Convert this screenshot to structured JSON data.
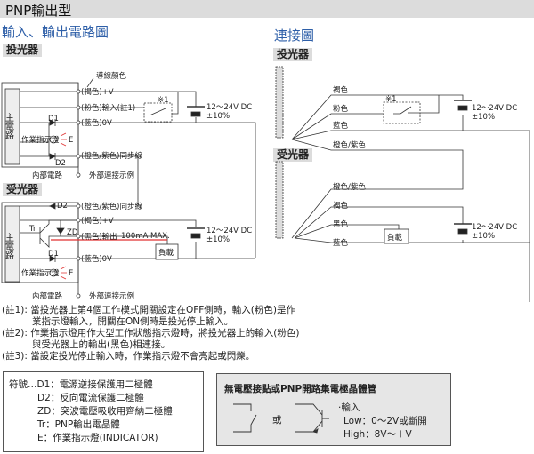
{
  "header": {
    "title": "PNP輸出型"
  },
  "left_title": "輸入、輸出電路圖",
  "right_title": "連接圖",
  "emitter": {
    "label": "投光器",
    "main_circuit": "主電路",
    "wire_color_label": "導線顏色",
    "terms": [
      "(褐色)+V",
      "(粉色)輸入(註1)",
      "(藍色)0V",
      "(橙色/紫色)同步線"
    ],
    "d1": "D1",
    "d2": "D2",
    "e": "E",
    "indicator": "作業指示燈",
    "note_mark": "※1",
    "supply": "12～24V DC",
    "tolerance": "±10%",
    "internal": "內部電路",
    "external": "外部連接示例"
  },
  "receiver": {
    "label": "受光器",
    "main_circuit": "主電路",
    "terms": [
      "(橙色/紫色)同步線",
      "(褐色)+V",
      "(黑色)輸出",
      "(藍色)0V"
    ],
    "max": "100mA MAX.",
    "tr": "Tr",
    "zd": "ZD",
    "d1": "D1",
    "d2": "D2",
    "e": "E",
    "indicator": "作業指示燈",
    "load": "負載",
    "supply": "12～24V DC",
    "tolerance": "±10%",
    "internal": "內部電路",
    "external": "外部連接示例"
  },
  "connection": {
    "emitter_label": "投光器",
    "receiver_label": "受光器",
    "emitter_wires": [
      "褐色",
      "粉色",
      "藍色",
      "橙色/紫色"
    ],
    "receiver_wires": [
      "橙色/紫色",
      "褐色",
      "黑色",
      "藍色"
    ],
    "note_mark": "※1",
    "load": "負載",
    "supply": "12～24V DC",
    "tolerance": "±10%"
  },
  "notes": [
    {
      "tag": "(註1):",
      "lines": [
        "當投光器上第4個工作模式開關設定在OFF側時，輸入(粉色)是作",
        "業指示燈輸入，開關在ON側時是投光停止輸入。"
      ]
    },
    {
      "tag": "(註2):",
      "lines": [
        "作業指示燈用作大型工作狀態指示燈時，將投光器上的輸入(粉色)",
        "與受光器上的輸出(黑色)相連接。"
      ]
    },
    {
      "tag": "(註3):",
      "lines": [
        "當設定投光停止輸入時，作業指示燈不會亮起或閃爍。"
      ]
    }
  ],
  "symbols": {
    "prefix": "符號…",
    "items": [
      {
        "k": "D1",
        "v": "：電源逆接保護用二極體"
      },
      {
        "k": "D2",
        "v": "：反向電流保護二極體"
      },
      {
        "k": "ZD",
        "v": "：突波電壓吸收用齊納二極體"
      },
      {
        "k": "Tr",
        "v": "：PNP輸出電晶體"
      },
      {
        "k": "E",
        "v": "：作業指示燈(INDICATOR)"
      }
    ]
  },
  "input_box": {
    "title": "無電壓接點或PNP開路集電極晶體管",
    "or": "或",
    "input": "·輸入",
    "low": "Low：0～2V或斷開",
    "high": "High：8V～＋V"
  },
  "colors": {
    "title_blue": "#2e5fa8",
    "header_gray": "#dcdcdc",
    "current_red": "#e03030"
  }
}
